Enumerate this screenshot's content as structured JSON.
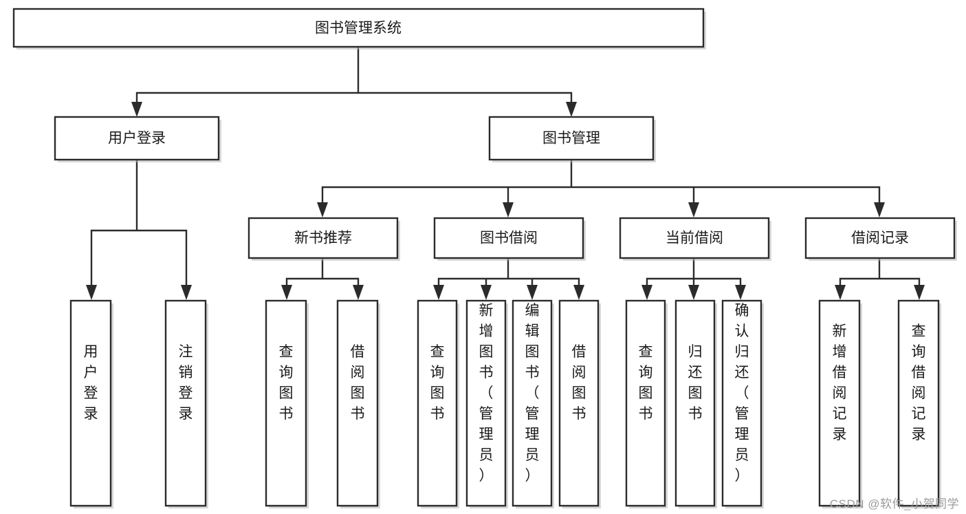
{
  "diagram": {
    "title": "图书管理系统",
    "type": "tree-hierarchy-diagram",
    "colors": {
      "stroke": "#2b2b2b",
      "fill": "#ffffff",
      "text": "#1a1a1a",
      "shadow": "#b8b8b8",
      "watermark": "#9b9b9b"
    },
    "root": {
      "label": "图书管理系统"
    },
    "level2": [
      {
        "label": "用户登录"
      },
      {
        "label": "图书管理"
      }
    ],
    "level3": [
      {
        "label": "新书推荐"
      },
      {
        "label": "图书借阅"
      },
      {
        "label": "当前借阅"
      },
      {
        "label": "借阅记录"
      }
    ],
    "leaves": {
      "user_login": [
        {
          "label": "用户登录"
        },
        {
          "label": "注销登录"
        }
      ],
      "new_book_recommend": [
        {
          "label": "查询图书"
        },
        {
          "label": "借阅图书"
        }
      ],
      "book_borrow": [
        {
          "label": "查询图书"
        },
        {
          "label": "新增图书（管理员）"
        },
        {
          "label": "编辑图书（管理员）"
        },
        {
          "label": "借阅图书"
        }
      ],
      "current_borrow": [
        {
          "label": "查询图书"
        },
        {
          "label": "归还图书"
        },
        {
          "label": "确认归还（管理员）"
        }
      ],
      "borrow_record": [
        {
          "label": "新增借阅记录"
        },
        {
          "label": "查询借阅记录"
        }
      ]
    },
    "watermark": "CSDN @软件_小贺同学"
  }
}
